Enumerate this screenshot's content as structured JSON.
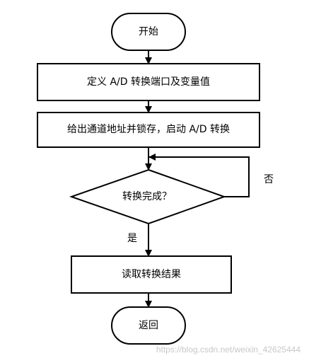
{
  "nodes": {
    "start": "开始",
    "define": "定义 A/D 转换端口及变量值",
    "init": "给出通道地址并锁存，启动 A/D 转换",
    "decision": "转换完成？",
    "read": "读取转换结果",
    "end": "返回"
  },
  "edges": {
    "no": "否",
    "yes": "是"
  },
  "watermark": "https://blog.csdn.net/weixin_42625444",
  "colors": {
    "stroke": "#000000",
    "text": "#000000",
    "watermark": "#c8c8c8"
  }
}
